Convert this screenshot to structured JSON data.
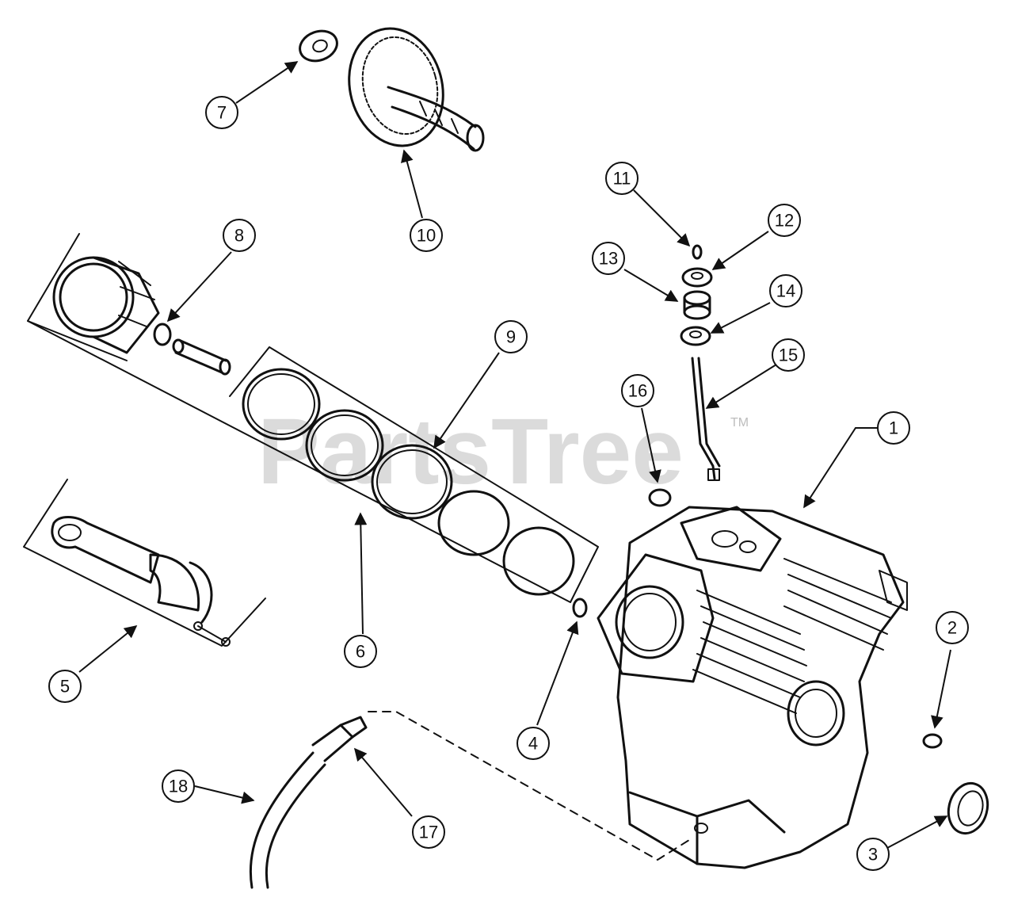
{
  "watermark": {
    "brand": "PartsTree",
    "trademark": "TM"
  },
  "callouts": [
    "1",
    "2",
    "3",
    "4",
    "5",
    "6",
    "7",
    "8",
    "9",
    "10",
    "11",
    "12",
    "13",
    "14",
    "15",
    "16",
    "17",
    "18"
  ]
}
